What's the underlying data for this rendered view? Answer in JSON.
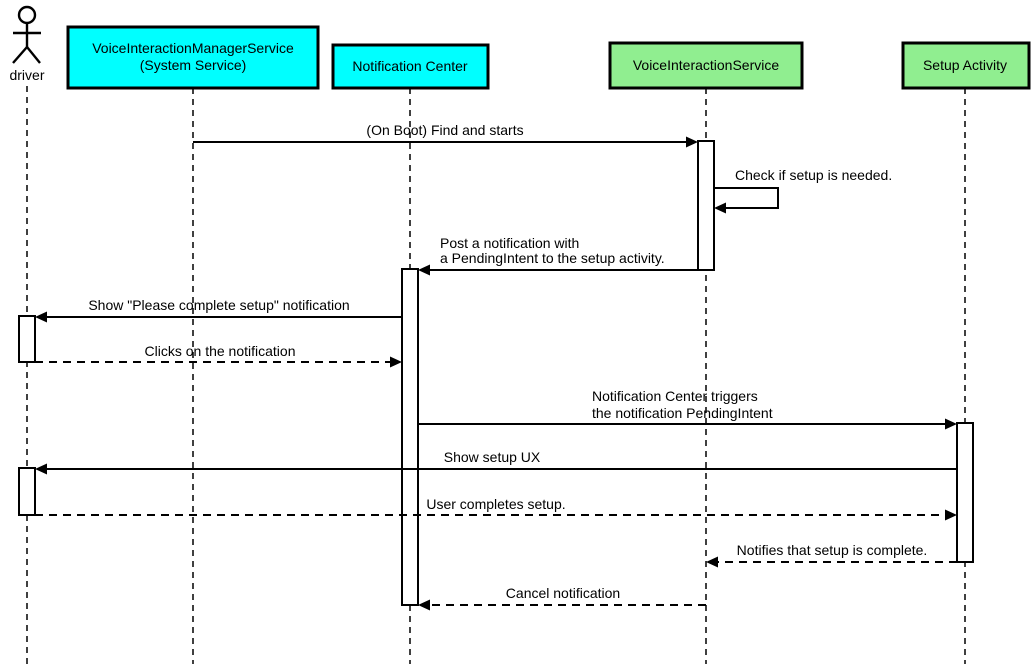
{
  "actor": {
    "label": "driver"
  },
  "participants": [
    {
      "lines": [
        "VoiceInteractionManagerService",
        "(System Service)"
      ],
      "fill": "#00ffff"
    },
    {
      "lines": [
        "Notification Center"
      ],
      "fill": "#00ffff"
    },
    {
      "lines": [
        "VoiceInteractionService"
      ],
      "fill": "#90ee90"
    },
    {
      "lines": [
        "Setup Activity"
      ],
      "fill": "#90ee90"
    }
  ],
  "messages": [
    {
      "from": "VoiceInteractionManagerService (System Service)",
      "to": "VoiceInteractionService",
      "style": "solid",
      "lines": [
        "(On Boot) Find and starts"
      ]
    },
    {
      "from": "VoiceInteractionService",
      "to": "VoiceInteractionService",
      "style": "solid",
      "lines": [
        "Check if setup is needed."
      ]
    },
    {
      "from": "VoiceInteractionService",
      "to": "Notification Center",
      "style": "solid",
      "lines": [
        "Post a notification with",
        "a PendingIntent to the setup activity."
      ]
    },
    {
      "from": "Notification Center",
      "to": "driver",
      "style": "solid",
      "lines": [
        "Show \"Please complete setup\" notification"
      ]
    },
    {
      "from": "driver",
      "to": "Notification Center",
      "style": "dashed",
      "lines": [
        "Clicks on the notification"
      ]
    },
    {
      "from": "Notification Center",
      "to": "Setup Activity",
      "style": "solid",
      "lines": [
        "Notification Center triggers",
        "the notification PendingIntent"
      ]
    },
    {
      "from": "Setup Activity",
      "to": "driver",
      "style": "solid",
      "lines": [
        "Show setup UX"
      ]
    },
    {
      "from": "driver",
      "to": "Setup Activity",
      "style": "dashed",
      "lines": [
        "User completes setup."
      ]
    },
    {
      "from": "Setup Activity",
      "to": "VoiceInteractionService",
      "style": "dashed",
      "lines": [
        "Notifies that setup is complete."
      ]
    },
    {
      "from": "VoiceInteractionService",
      "to": "Notification Center",
      "style": "dashed",
      "lines": [
        "Cancel notification"
      ]
    }
  ],
  "colors": {
    "participant_cyan": "#00ffff",
    "participant_green": "#90ee90",
    "line": "#000000",
    "activation_fill": "#ffffff",
    "background": "#ffffff"
  }
}
